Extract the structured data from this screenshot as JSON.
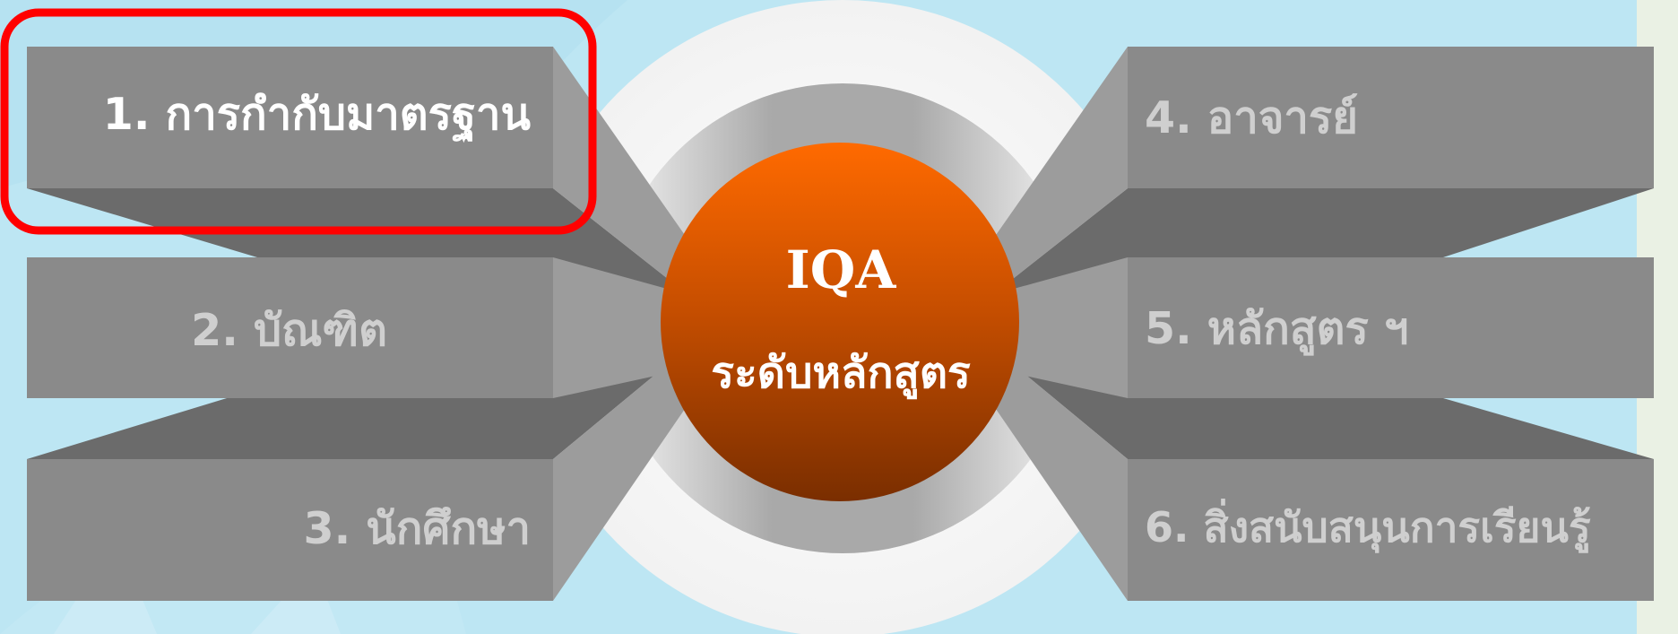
{
  "diagram": {
    "center": {
      "title": "IQA",
      "subtitle": "ระดับหลักสูตร"
    },
    "items": [
      {
        "label": "1. การกำกับมาตรฐาน",
        "active": true
      },
      {
        "label": "2. บัณฑิต",
        "active": false
      },
      {
        "label": "3. นักศึกษา",
        "active": false
      },
      {
        "label": "4. อาจารย์",
        "active": false
      },
      {
        "label": "5. หลักสูตร ฯ",
        "active": false
      },
      {
        "label": "6. สิ่งสนับสนุนการเรียนรู้",
        "active": false
      }
    ]
  },
  "colors": {
    "background": "#bde6f3",
    "box_face": "#8a8a8a",
    "box_side": "#9c9c9c",
    "box_bottom": "#6b6b6b",
    "label_active": "#ffffff",
    "label_inactive": "#cfcfcf",
    "center_top": "#ff6a00",
    "center_bottom": "#7a2e00",
    "highlight": "#ff0000"
  }
}
